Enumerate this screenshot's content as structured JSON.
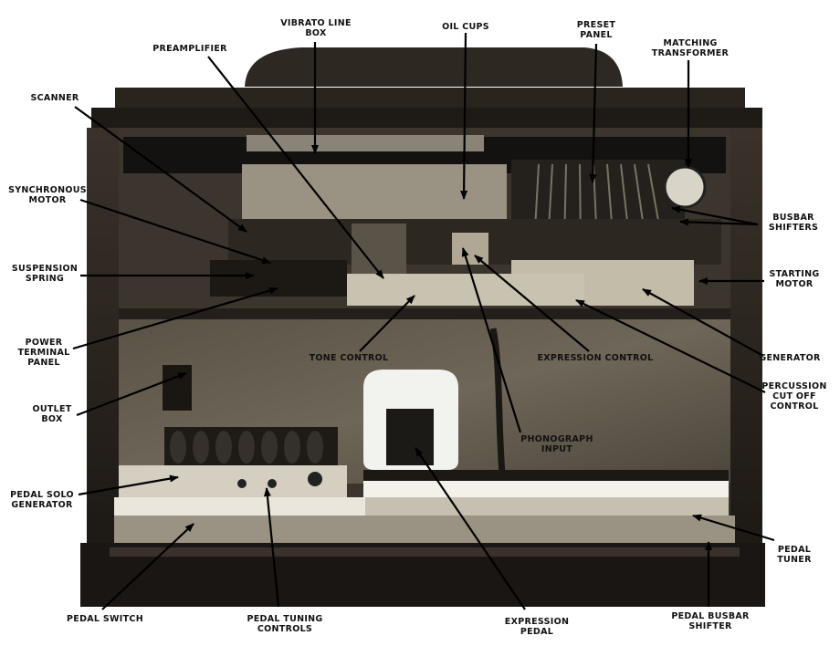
{
  "labels": {
    "vibrato_line_box": "VIBRATO LINE\nBOX",
    "oil_cups": "OIL CUPS",
    "preset_panel": "PRESET\nPANEL",
    "preamplifier": "PREAMPLIFIER",
    "matching_transformer": "MATCHING\nTRANSFORMER",
    "scanner": "SCANNER",
    "synchronous_motor": "SYNCHRONOUS\nMOTOR",
    "busbar_shifters": "BUSBAR\nSHIFTERS",
    "suspension_spring": "SUSPENSION\nSPRING",
    "starting_motor": "STARTING\nMOTOR",
    "power_terminal_panel": "POWER\nTERMINAL\nPANEL",
    "tone_control": "TONE CONTROL",
    "expression_control": "EXPRESSION CONTROL",
    "generator": "GENERATOR",
    "percussion_cut_off_control": "PERCUSSION\nCUT OFF\nCONTROL",
    "outlet_box": "OUTLET\nBOX",
    "phonograph_input": "PHONOGRAPH\nINPUT",
    "pedal_solo_generator": "PEDAL SOLO\nGENERATOR",
    "pedal_tuner": "PEDAL\nTUNER",
    "pedal_switch": "PEDAL SWITCH",
    "pedal_tuning_controls": "PEDAL TUNING\nCONTROLS",
    "expression_pedal": "EXPRESSION\nPEDAL",
    "pedal_busbar_shifter": "PEDAL BUSBAR\nSHIFTER"
  },
  "colors": {
    "background": "#ffffff",
    "cabinet_dark": "#2a2520",
    "cabinet_mid": "#4a4038",
    "panel_light": "#8a8070",
    "label_text": "#111111",
    "leader_line": "#000000"
  }
}
